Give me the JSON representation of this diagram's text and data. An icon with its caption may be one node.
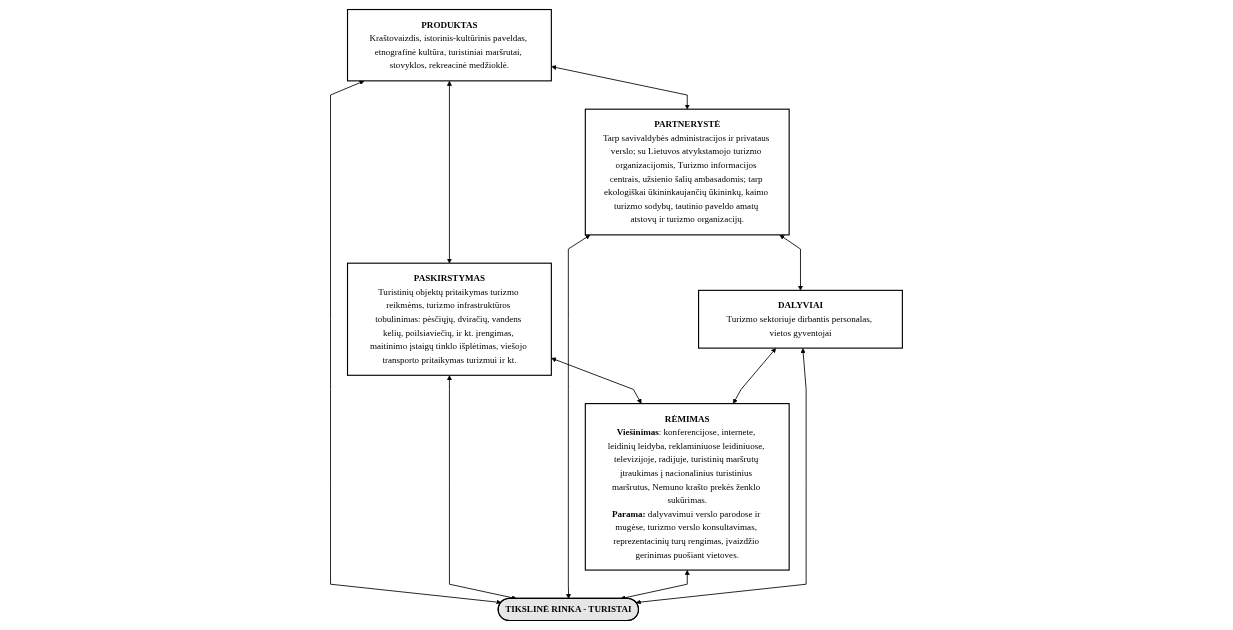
{
  "diagram": {
    "nodes": [
      {
        "text": [
          "PRODUKTAS",
          "Kraštovaizdis, istorinis-kultūrinis paveldas, etnografinė kultūra, turistiniai maršrutai, stovyklos, rekreacinė medžioklė."
        ]
      },
      {
        "text": [
          "PASKIRSTYMAS",
          "Turistinių objektų pritaikymas turizmo reikmėms, turizmo infrastruktūros tobulinimas: pėsčiųjų, dviračių, vandens kelių, poilsiaviečių, ir kt. įrengimas, maitinimo įstaigų tinklo išplėtimas, viešojo transporto pritaikymas turizmui ir kt."
        ]
      },
      {
        "text": [
          "PARTNERYSTĖ",
          "Tarp savivaldybės administracijos ir privataus verslo; su Lietuvos atvykstamojo turizmo organizacijomis, Turizmo informacijos centrais, užsienio šalių ambasadomis; tarp ekologiškai ūkininkaujančių ūkininkų, kaimo turizmo sodybų, tautinio paveldo amatų atstovų ir turizmo organizacijų."
        ]
      },
      {
        "text": [
          "TIKSLINĖ RINKA - TURISTAI"
        ]
      },
      {
        "text": [
          "RĖMIMAS",
          "**Viešinimas**: konferencijose, internete, leidinių leidyba, reklaminiuose leidiniuose, televizijoje, radijuje, turistinių maršrutų įtraukimas į nacionalinius turistinius maršrutus, Nemuno krašto prekės ženklo sukūrimas.",
          "**Parama:** dalyvavimui verslo parodose ir mugėse, turizmo verslo konsultavimas, reprezentacinių turų rengimas, įvaizdžio gerinimas puošiant vietoves."
        ]
      },
      {
        "text": [
          "DALYVIAI",
          "Turizmo sektoriuje dirbantis personalas, vietos gyventojai"
        ]
      }
    ],
    "edges": [
      {
        "from": 0,
        "to": 1,
        "arrow": "both"
      },
      {
        "from": 0,
        "to": 2,
        "arrow": "both"
      },
      {
        "from": 0,
        "to": 3,
        "arrow": "both"
      },
      {
        "from": 1,
        "to": 3,
        "arrow": "both"
      },
      {
        "from": 1,
        "to": 4,
        "arrow": "both"
      },
      {
        "from": 2,
        "to": 3,
        "arrow": "both"
      },
      {
        "from": 4,
        "to": 3,
        "arrow": "both"
      },
      {
        "from": 5,
        "to": 3,
        "arrow": "both"
      },
      {
        "from": 2,
        "to": 5,
        "arrow": "both"
      },
      {
        "from": 5,
        "to": 4,
        "arrow": "both"
      }
    ]
  }
}
